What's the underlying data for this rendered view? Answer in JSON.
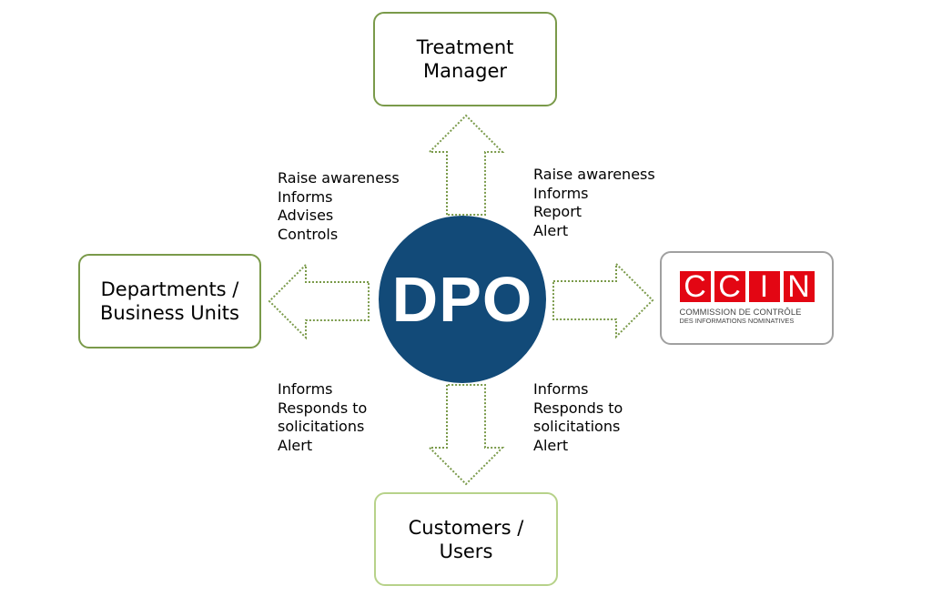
{
  "center": {
    "label": "DPO"
  },
  "nodes": {
    "top": {
      "lines": [
        "Treatment",
        "Manager"
      ]
    },
    "left": {
      "lines": [
        "Departments /",
        "Business Units"
      ]
    },
    "bottom": {
      "lines": [
        "Customers /",
        "Users"
      ]
    },
    "right": {
      "logo_letters": [
        "C",
        "C",
        "I",
        "N"
      ],
      "logo_line1": "COMMISSION DE CONTRÔLE",
      "logo_line2": "DES INFORMATIONS NOMINATIVES"
    }
  },
  "labels": {
    "top_left": [
      "Raise awareness",
      "Informs",
      "Advises",
      "Controls"
    ],
    "top_right": [
      "Raise awareness",
      "Informs",
      "Report",
      "Alert"
    ],
    "bottom_left": [
      "Informs",
      "Responds to",
      "solicitations",
      "Alert"
    ],
    "bottom_right": [
      "Informs",
      "Responds to",
      "solicitations",
      "Alert"
    ]
  },
  "colors": {
    "center_fill": "#124a78",
    "node_border": "#7a9a4a",
    "node_border_light": "#b7d28a",
    "arrow_outline": "#7a9a4a",
    "logo_red": "#e30613"
  }
}
